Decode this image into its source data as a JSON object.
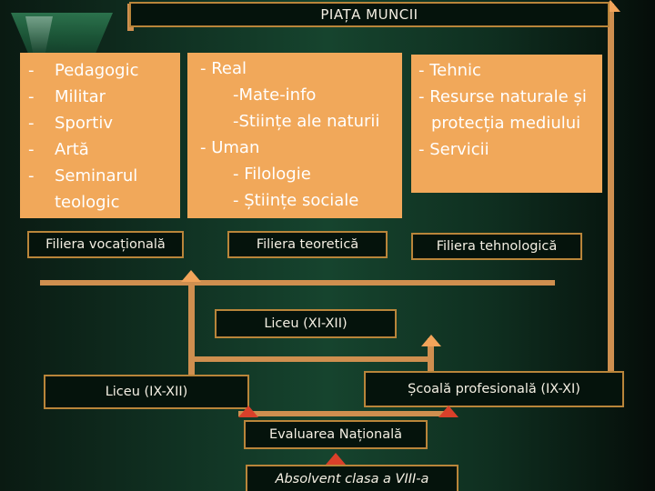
{
  "title": "PIAȚA MUNCII",
  "cards": {
    "vocational": {
      "items": [
        "Pedagogic",
        "Militar",
        "Sportiv",
        "Artă",
        "Seminarul"
      ],
      "continuation": "teologic",
      "bullet": "-"
    },
    "theoretical": {
      "lines": [
        "- Real",
        "-Mate-info",
        "-Stiințe ale naturii",
        "- Uman",
        "- Filologie",
        "- Științe sociale"
      ]
    },
    "technological": {
      "lines": [
        "- Tehnic",
        "- Resurse naturale și",
        "protecția mediului",
        "-  Servicii"
      ]
    }
  },
  "filiere": {
    "vocational": "Filiera vocațională",
    "theoretical": "Filiera teoretică",
    "technological": "Filiera tehnologică"
  },
  "levels": {
    "liceu_xi_xii": "Liceu (XI-XII)",
    "liceu_ix_xii": "Liceu (IX-XII)",
    "scoala": "Școală profesională (IX-XI)",
    "evaluare": "Evaluarea Națională",
    "absolvent": "Absolvent clasa a VIII-a"
  },
  "colors": {
    "card": "#f1a85a",
    "connector": "#cf8f4f",
    "box_border": "#b9853a",
    "arrow_red": "#d9402a"
  }
}
